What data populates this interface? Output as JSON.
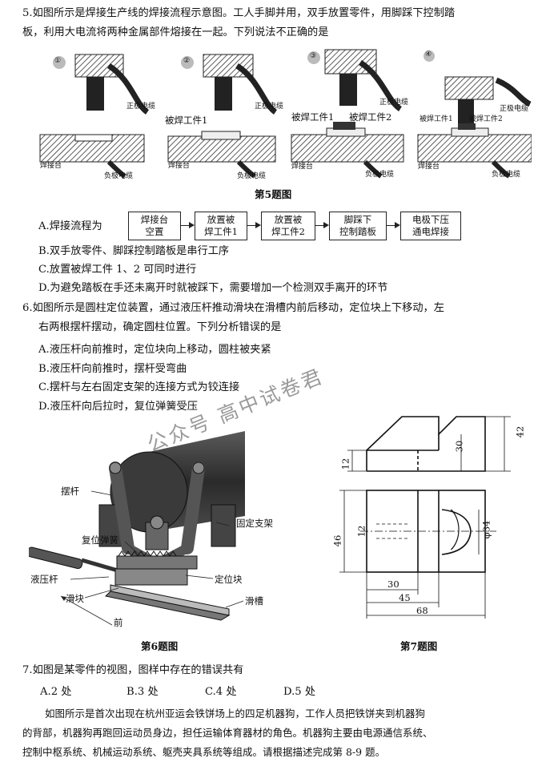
{
  "q5": {
    "stem_line1": "5.如图所示是焊接生产线的焊接流程示意图。工人手脚并用，双手放置零件，用脚踩下控制踏",
    "stem_line2": "板，利用大电流将两种金属部件熔接在一起。下列说法不正确的是",
    "fig_caption": "第5题图",
    "labels": {
      "step1": "①",
      "step2": "②",
      "step3": "③",
      "step4": "④",
      "positive_cable": "正极电缆",
      "negative_cable": "负极电缆",
      "weld_table": "焊接台",
      "workpiece1": "被焊工件1",
      "workpiece2": "被焊工件2"
    },
    "option_a_prefix": "A.焊接流程为",
    "flow": [
      {
        "line1": "焊接台",
        "line2": "空置"
      },
      {
        "line1": "放置被",
        "line2": "焊工件1"
      },
      {
        "line1": "放置被",
        "line2": "焊工件2"
      },
      {
        "line1": "脚踩下",
        "line2": "控制踏板"
      },
      {
        "line1": "电极下压",
        "line2": "通电焊接"
      }
    ],
    "option_b": "B.双手放零件、脚踩控制踏板是串行工序",
    "option_c": "C.放置被焊工件 1、2 可同时进行",
    "option_d": "D.为避免踏板在手还未离开时就被踩下，需要增加一个检测双手离开的环节"
  },
  "q6": {
    "stem_line1": "6.如图所示是圆柱定位装置，通过液压杆推动滑块在滑槽内前后移动，定位块上下移动，左",
    "stem_line2": "右两根摆杆摆动，确定圆柱位置。下列分析错误的是",
    "option_a": "A.液压杆向前推时，定位块向上移动，圆柱被夹紧",
    "option_b": "B.液压杆向前推时，摆杆受弯曲",
    "option_c": "C.摆杆与左右固定支架的连接方式为铰连接",
    "option_d": "D.液压杆向后拉时，复位弹簧受压",
    "fig_caption": "第6题图",
    "labels": {
      "swing_rod": "摆杆",
      "fixed_bracket": "固定支架",
      "return_spring": "复位弹簧",
      "hydraulic_rod": "液压杆",
      "locating_block": "定位块",
      "slider": "滑块",
      "chute": "滑槽",
      "front": "前"
    }
  },
  "q7": {
    "fig_caption": "第7题图",
    "dims": {
      "d42": "42",
      "d30v": "30",
      "d12": "12",
      "d46": "46",
      "d12b": "12",
      "phi34": "φ34",
      "d30": "30",
      "d45": "45",
      "d68": "68"
    },
    "stem": "7.如图是某零件的视图，图样中存在的错误共有",
    "options": [
      "A.2 处",
      "B.3 处",
      "C.4 处",
      "D.5 处"
    ]
  },
  "passage": {
    "line1": "如图所示是首次出现在杭州亚运会铁饼场上的四足机器狗，工作人员把铁饼夹到机器狗",
    "line2": "的背部，机器狗再跑回运动员身边，担任运输体育器材的角色。机器狗主要由电源通信系统、",
    "line3": "控制中枢系统、机械运动系统、躯壳夹具系统等组成。请根据描述完成第 8-9 题。"
  },
  "watermark": "公众号  高中试卷君"
}
